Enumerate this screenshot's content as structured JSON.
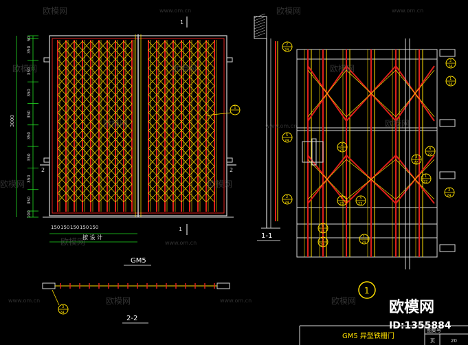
{
  "elevation": {
    "dimension_rows": [
      "50",
      "350",
      "350",
      "350",
      "350",
      "350",
      "350",
      "350",
      "350",
      "100"
    ],
    "total_height": "3000",
    "bottom_dims": [
      "150",
      "150",
      "150",
      "150",
      "150"
    ],
    "design_note": "按 设 计",
    "title": "GM5"
  },
  "section_marks": {
    "one_top": "1",
    "one_bottom": "1",
    "two_left": "2",
    "two_right": "2"
  },
  "section_1_1": {
    "title": "1-1",
    "callouts": [
      {
        "num": "2",
        "den": "24"
      },
      {
        "num": "5",
        "den": "24"
      },
      {
        "num": "2",
        "den": "24"
      }
    ]
  },
  "section_2_2": {
    "title": "2-2",
    "callout": {
      "num": "3",
      "den": "24"
    }
  },
  "detail": {
    "elev_callout": {
      "num": "1",
      "den": ""
    },
    "callouts": [
      {
        "num": "2",
        "den": "24"
      },
      {
        "num": "1",
        "den": "24"
      },
      {
        "num": "2",
        "den": "23"
      },
      {
        "num": "4",
        "den": "22"
      },
      {
        "num": "3",
        "den": "22"
      },
      {
        "num": "1",
        "den": "23"
      },
      {
        "num": "3",
        "den": "23"
      },
      {
        "num": "1",
        "den": "24"
      },
      {
        "num": "6",
        "den": "23"
      },
      {
        "num": "5",
        "den": "24"
      },
      {
        "num": "3",
        "den": "24"
      },
      {
        "num": "1",
        "den": "22"
      }
    ],
    "big_mark": "1"
  },
  "title_block": {
    "title": "GM5 异型铁栅门",
    "drawing_no_label": "图集号",
    "page_label": "页",
    "page_no": "20"
  },
  "watermark": {
    "brand": "欧模网",
    "site": "www.om.cn",
    "id_text": "ID:1355884"
  },
  "colors": {
    "frame": "#d8d8d8",
    "red": "#e0201b",
    "yellow": "#ffe000",
    "green": "#22dd22",
    "cyan": "#40e0e0"
  }
}
